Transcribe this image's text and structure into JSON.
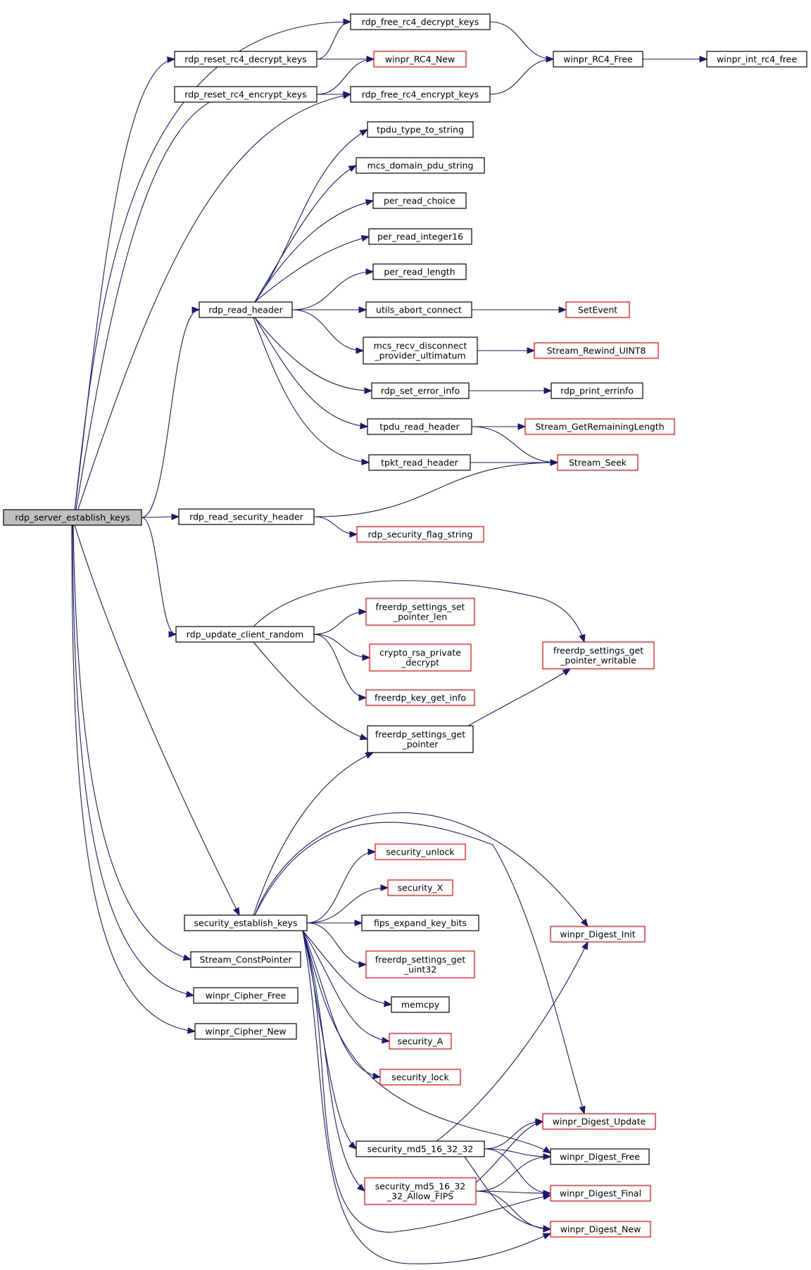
{
  "colors": {
    "edge": "#191970",
    "black_border": "#000000",
    "red_border": "#ff0000",
    "root_fill": "#bfbfbf",
    "node_fill": "#ffffff"
  },
  "nodes": [
    {
      "id": "root",
      "lines": [
        "rdp_server_establish_keys"
      ],
      "border": "black",
      "root": true
    },
    {
      "id": "reset_dec",
      "lines": [
        "rdp_reset_rc4_decrypt_keys"
      ],
      "border": "black"
    },
    {
      "id": "reset_enc",
      "lines": [
        "rdp_reset_rc4_encrypt_keys"
      ],
      "border": "black"
    },
    {
      "id": "free_dec",
      "lines": [
        "rdp_free_rc4_decrypt_keys"
      ],
      "border": "black"
    },
    {
      "id": "rc4_new",
      "lines": [
        "winpr_RC4_New"
      ],
      "border": "red"
    },
    {
      "id": "free_enc",
      "lines": [
        "rdp_free_rc4_encrypt_keys"
      ],
      "border": "black"
    },
    {
      "id": "rc4_free",
      "lines": [
        "winpr_RC4_Free"
      ],
      "border": "black"
    },
    {
      "id": "int_rc4_free",
      "lines": [
        "winpr_int_rc4_free"
      ],
      "border": "black"
    },
    {
      "id": "tpdu_type",
      "lines": [
        "tpdu_type_to_string"
      ],
      "border": "black"
    },
    {
      "id": "mcs_domain",
      "lines": [
        "mcs_domain_pdu_string"
      ],
      "border": "black"
    },
    {
      "id": "per_choice",
      "lines": [
        "per_read_choice"
      ],
      "border": "black"
    },
    {
      "id": "per_int16",
      "lines": [
        "per_read_integer16"
      ],
      "border": "black"
    },
    {
      "id": "per_length",
      "lines": [
        "per_read_length"
      ],
      "border": "black"
    },
    {
      "id": "read_header",
      "lines": [
        "rdp_read_header"
      ],
      "border": "black"
    },
    {
      "id": "utils_abort",
      "lines": [
        "utils_abort_connect"
      ],
      "border": "black"
    },
    {
      "id": "set_event",
      "lines": [
        "SetEvent"
      ],
      "border": "red"
    },
    {
      "id": "mcs_recv",
      "lines": [
        "mcs_recv_disconnect",
        "_provider_ultimatum"
      ],
      "border": "black"
    },
    {
      "id": "rewind",
      "lines": [
        "Stream_Rewind_UINT8"
      ],
      "border": "red"
    },
    {
      "id": "set_error",
      "lines": [
        "rdp_set_error_info"
      ],
      "border": "black"
    },
    {
      "id": "print_err",
      "lines": [
        "rdp_print_errinfo"
      ],
      "border": "black"
    },
    {
      "id": "tpdu_read",
      "lines": [
        "tpdu_read_header"
      ],
      "border": "black"
    },
    {
      "id": "remaining",
      "lines": [
        "Stream_GetRemainingLength"
      ],
      "border": "red"
    },
    {
      "id": "tpkt_read",
      "lines": [
        "tpkt_read_header"
      ],
      "border": "black"
    },
    {
      "id": "seek",
      "lines": [
        "Stream_Seek"
      ],
      "border": "red"
    },
    {
      "id": "read_sec",
      "lines": [
        "rdp_read_security_header"
      ],
      "border": "black"
    },
    {
      "id": "sec_flag",
      "lines": [
        "rdp_security_flag_string"
      ],
      "border": "red"
    },
    {
      "id": "update_rand",
      "lines": [
        "rdp_update_client_random"
      ],
      "border": "black"
    },
    {
      "id": "set_ptr_len",
      "lines": [
        "freerdp_settings_set",
        "_pointer_len"
      ],
      "border": "red"
    },
    {
      "id": "rsa_dec",
      "lines": [
        "crypto_rsa_private",
        "_decrypt"
      ],
      "border": "red"
    },
    {
      "id": "key_info",
      "lines": [
        "freerdp_key_get_info"
      ],
      "border": "red"
    },
    {
      "id": "get_ptr_w",
      "lines": [
        "freerdp_settings_get",
        "_pointer_writable"
      ],
      "border": "red"
    },
    {
      "id": "get_ptr",
      "lines": [
        "freerdp_settings_get",
        "_pointer"
      ],
      "border": "black"
    },
    {
      "id": "sec_est",
      "lines": [
        "security_establish_keys"
      ],
      "border": "black"
    },
    {
      "id": "sec_unlock",
      "lines": [
        "security_unlock"
      ],
      "border": "red"
    },
    {
      "id": "sec_x",
      "lines": [
        "security_X"
      ],
      "border": "red"
    },
    {
      "id": "fips",
      "lines": [
        "fips_expand_key_bits"
      ],
      "border": "black"
    },
    {
      "id": "get_uint32",
      "lines": [
        "freerdp_settings_get",
        "_uint32"
      ],
      "border": "red"
    },
    {
      "id": "memcpy",
      "lines": [
        "memcpy"
      ],
      "border": "black"
    },
    {
      "id": "sec_a",
      "lines": [
        "security_A"
      ],
      "border": "red"
    },
    {
      "id": "sec_lock",
      "lines": [
        "security_lock"
      ],
      "border": "red"
    },
    {
      "id": "digest_init",
      "lines": [
        "winpr_Digest_Init"
      ],
      "border": "red"
    },
    {
      "id": "md5",
      "lines": [
        "security_md5_16_32_32"
      ],
      "border": "black"
    },
    {
      "id": "md5_fips",
      "lines": [
        "security_md5_16_32",
        "_32_Allow_FIPS"
      ],
      "border": "red"
    },
    {
      "id": "digest_update",
      "lines": [
        "winpr_Digest_Update"
      ],
      "border": "red"
    },
    {
      "id": "digest_free",
      "lines": [
        "winpr_Digest_Free"
      ],
      "border": "black"
    },
    {
      "id": "digest_final",
      "lines": [
        "winpr_Digest_Final"
      ],
      "border": "red"
    },
    {
      "id": "digest_new",
      "lines": [
        "winpr_Digest_New"
      ],
      "border": "red"
    },
    {
      "id": "const_ptr",
      "lines": [
        "Stream_ConstPointer"
      ],
      "border": "black"
    },
    {
      "id": "cipher_free",
      "lines": [
        "winpr_Cipher_Free"
      ],
      "border": "black"
    },
    {
      "id": "cipher_new",
      "lines": [
        "winpr_Cipher_New"
      ],
      "border": "black"
    }
  ],
  "edges": [
    [
      "root",
      "free_dec"
    ],
    [
      "root",
      "reset_dec"
    ],
    [
      "root",
      "reset_enc"
    ],
    [
      "root",
      "free_enc"
    ],
    [
      "root",
      "read_header"
    ],
    [
      "root",
      "read_sec"
    ],
    [
      "root",
      "update_rand"
    ],
    [
      "root",
      "sec_est"
    ],
    [
      "root",
      "const_ptr"
    ],
    [
      "root",
      "cipher_free"
    ],
    [
      "root",
      "cipher_new"
    ],
    [
      "reset_dec",
      "free_dec"
    ],
    [
      "reset_dec",
      "rc4_new"
    ],
    [
      "reset_enc",
      "rc4_new"
    ],
    [
      "reset_enc",
      "free_enc"
    ],
    [
      "free_dec",
      "rc4_free"
    ],
    [
      "free_enc",
      "rc4_free"
    ],
    [
      "rc4_free",
      "int_rc4_free"
    ],
    [
      "read_header",
      "tpdu_type"
    ],
    [
      "read_header",
      "mcs_domain"
    ],
    [
      "read_header",
      "per_choice"
    ],
    [
      "read_header",
      "per_int16"
    ],
    [
      "read_header",
      "per_length"
    ],
    [
      "read_header",
      "utils_abort"
    ],
    [
      "read_header",
      "mcs_recv"
    ],
    [
      "read_header",
      "set_error"
    ],
    [
      "read_header",
      "tpdu_read"
    ],
    [
      "read_header",
      "tpkt_read"
    ],
    [
      "utils_abort",
      "set_event"
    ],
    [
      "mcs_recv",
      "rewind"
    ],
    [
      "set_error",
      "print_err"
    ],
    [
      "tpdu_read",
      "remaining"
    ],
    [
      "tpdu_read",
      "seek"
    ],
    [
      "tpkt_read",
      "seek"
    ],
    [
      "read_sec",
      "seek"
    ],
    [
      "read_sec",
      "sec_flag"
    ],
    [
      "update_rand",
      "get_ptr_w"
    ],
    [
      "update_rand",
      "set_ptr_len"
    ],
    [
      "update_rand",
      "rsa_dec"
    ],
    [
      "update_rand",
      "key_info"
    ],
    [
      "update_rand",
      "get_ptr"
    ],
    [
      "get_ptr",
      "get_ptr_w"
    ],
    [
      "sec_est",
      "get_ptr"
    ],
    [
      "sec_est",
      "digest_init"
    ],
    [
      "sec_est",
      "digest_update"
    ],
    [
      "sec_est",
      "sec_unlock"
    ],
    [
      "sec_est",
      "sec_x"
    ],
    [
      "sec_est",
      "fips"
    ],
    [
      "sec_est",
      "get_uint32"
    ],
    [
      "sec_est",
      "memcpy"
    ],
    [
      "sec_est",
      "sec_a"
    ],
    [
      "sec_est",
      "sec_lock"
    ],
    [
      "sec_est",
      "digest_free"
    ],
    [
      "sec_est",
      "md5"
    ],
    [
      "sec_est",
      "md5_fips"
    ],
    [
      "sec_est",
      "digest_final"
    ],
    [
      "sec_est",
      "digest_new"
    ],
    [
      "md5",
      "digest_init"
    ],
    [
      "md5",
      "digest_update"
    ],
    [
      "md5",
      "digest_free"
    ],
    [
      "md5",
      "digest_final"
    ],
    [
      "md5",
      "digest_new"
    ],
    [
      "md5_fips",
      "digest_update"
    ],
    [
      "md5_fips",
      "digest_free"
    ],
    [
      "md5_fips",
      "digest_final"
    ],
    [
      "md5_fips",
      "digest_new"
    ]
  ]
}
